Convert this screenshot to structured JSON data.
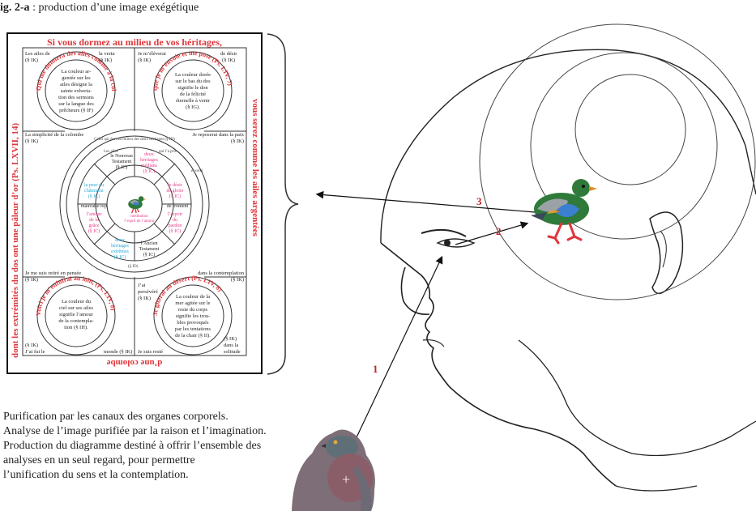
{
  "caption": {
    "fig": "ig. 2-a",
    "title": " : production d’une image exégétique"
  },
  "diagram": {
    "top_text": "Si vous dormez au milieu de vos héritages,",
    "right_text": "vous serez comme les ailes argentées",
    "left_text": "dont les extrémités du dos ont une pâleur d’or (Ps. LXVII, 14)",
    "bottom_text": "d’une colombe",
    "tl_circle": "Qui me donnera des ailes comme à la colombe (Ps. LIV, 7)",
    "tr_circle": "que je m’envole et me pose (Ps. LIV, 7)",
    "bl_circle": "Voici je m’enfuirai au loin, (Ps. LIV, 8)",
    "br_circle": "Je giterai au désert (Ps. LIV, 8)",
    "tl_texts": [
      "Les ailes de",
      "la vertu",
      "(§ IK)",
      "(§ IK)"
    ],
    "tr_texts": [
      "Je m’élèverai",
      "de désir",
      "(§ IK)",
      "(§ IK)"
    ],
    "tl_inner": [
      "La couleur ar-",
      "gentée sur les",
      "ailes désigne la",
      "sainte exhorta-",
      "tion des sermons",
      "sur la langue des",
      "prêcheurs (§ IF)"
    ],
    "tr_inner": [
      "La couleur dorée",
      "sur le bas du dos",
      "signifie le don",
      "de la félicité",
      "éternelle à venir",
      "(§ IG)."
    ],
    "bl_inner": [
      "La couleur du",
      "ciel sur ses ailes",
      "signifie l’amour",
      "de la contempla-",
      "tion (§ IH)."
    ],
    "br_inner": [
      "La couleur de la",
      "mer agitée sur le",
      "reste du corps",
      "signifie les trou-",
      "bles provoqués",
      "par les tentations",
      "de la chair (§ II)."
    ],
    "mid_left": [
      "La simplicité de la colombe",
      "(§ IK)"
    ],
    "mid_right": [
      "Je reposerai dans la paix",
      "(§ IK)"
    ],
    "low_left": [
      "Je me suis retiré en pensée",
      "(§ IK)"
    ],
    "low_right": [
      "dans la contemplation",
      "(§ IK)"
    ],
    "bottom_left": [
      "(§ IK)",
      "J’ai fui le"
    ],
    "bottom_mid": [
      "monde (§ IK)"
    ],
    "bottom_right": [
      "J’ai",
      "persévéré",
      "(§ IK)",
      "Je suis resté",
      "(§ IK)",
      "dans la",
      "solitude"
    ],
    "wheel_top": [
      "le Nouveau",
      "Testament",
      "(§ IC)"
    ],
    "wheel_top2": [
      "deux",
      "héritages",
      "médians",
      "(§ IC)"
    ],
    "wheel_left": [
      "la peur du",
      "châtiment",
      "(§ IC)"
    ],
    "wheel_right": [
      "le désir",
      "de gloire",
      "(§ IC)"
    ],
    "wheel_bottom": [
      "l’Ancien",
      "Testament",
      "(§ IC)"
    ],
    "wheel_bottom2": [
      "deux",
      "héritages",
      "extrêmes",
      "(§ IC)"
    ],
    "wheel_bl": [
      "l’amour",
      "de la",
      "grâce",
      "(§ IC)"
    ],
    "wheel_br": [
      "l’espoir",
      "du",
      "pardon",
      "(§ IC)"
    ],
    "wheel_left_word": "mauvaise rep",
    "wheel_right_word": "de froment",
    "center_text": [
      "méditation",
      "l’esprit de l’amour"
    ],
    "ring_texts": [
      "Celui qui dort au milieu des deux héritages (§ ID)",
      "Les ailes",
      "qui l’a pris",
      "et celui",
      "(§ ID)"
    ]
  },
  "labels": {
    "one": "1",
    "two": "2",
    "three": "3"
  },
  "notes": [
    "Purification par les canaux des organes corporels.",
    "Analyse de l’image purifiée par la raison et l’imagination.",
    "Production du diagramme destiné à offrir l’ensemble des",
    "analyses en un seul regard, pour permettre",
    "l’unification du sens et  la contemplation."
  ],
  "colors": {
    "red": "#e0353a",
    "pink": "#e83a8a",
    "cyan": "#22a8d8",
    "arrow_red": "#c0242a",
    "dove_green": "#2f7a3a"
  }
}
